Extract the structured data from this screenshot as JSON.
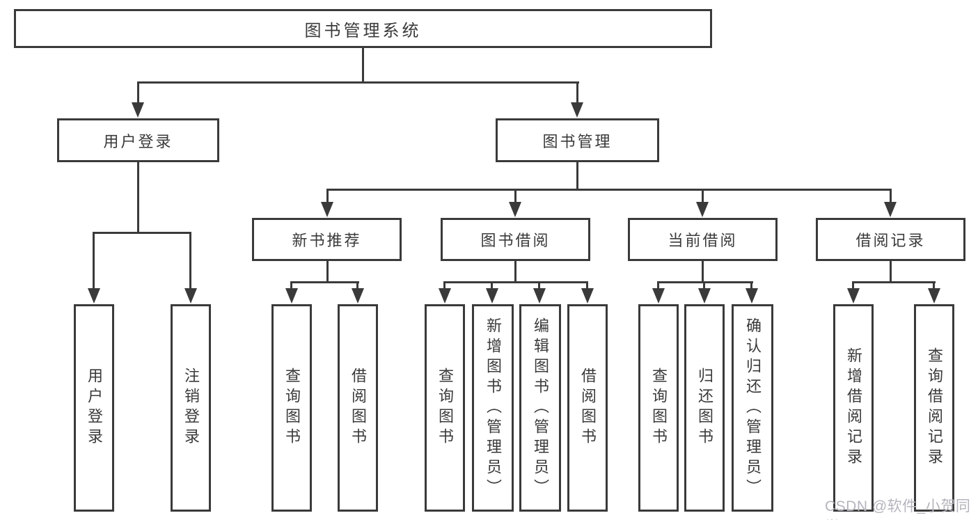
{
  "colors": {
    "line": "#3a3a3a",
    "text": "#3a3a3a",
    "background": "#ffffff",
    "watermark": "#b4b4bd"
  },
  "watermark": {
    "text": "CSDN @软件_小贺同学"
  },
  "tree": {
    "root": {
      "label": "图书管理系统",
      "children": [
        {
          "label": "用户登录",
          "children": [
            {
              "label": "用户登录"
            },
            {
              "label": "注销登录"
            }
          ]
        },
        {
          "label": "图书管理",
          "children": [
            {
              "label": "新书推荐",
              "children": [
                {
                  "label": "查询图书"
                },
                {
                  "label": "借阅图书"
                }
              ]
            },
            {
              "label": "图书借阅",
              "children": [
                {
                  "label": "查询图书"
                },
                {
                  "label": "新增图书（管理员）"
                },
                {
                  "label": "编辑图书（管理员）"
                },
                {
                  "label": "借阅图书"
                }
              ]
            },
            {
              "label": "当前借阅",
              "children": [
                {
                  "label": "查询图书"
                },
                {
                  "label": "归还图书"
                },
                {
                  "label": "确认归还（管理员）"
                }
              ]
            },
            {
              "label": "借阅记录",
              "children": [
                {
                  "label": "新增借阅记录"
                },
                {
                  "label": "查询借阅记录"
                }
              ]
            }
          ]
        }
      ]
    }
  }
}
